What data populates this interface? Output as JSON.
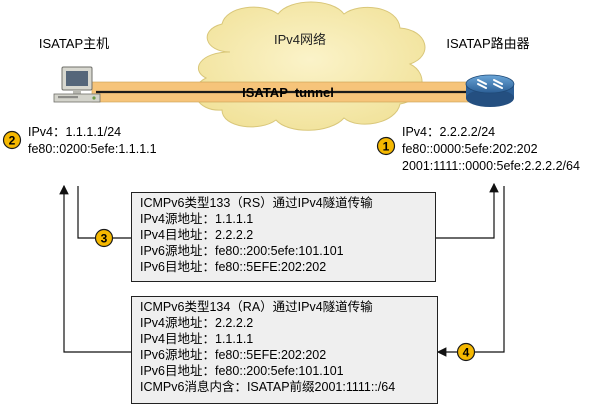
{
  "cloud_label": "IPv4网络",
  "tunnel_label": "ISATAP  tunnel",
  "host": {
    "title": "ISATAP主机",
    "badge": "2",
    "ipv4": "IPv4：1.1.1.1/24",
    "ipv6": "fe80::0200:5efe:1.1.1.1"
  },
  "router": {
    "title": "ISATAP路由器",
    "badge": "1",
    "ipv4": "IPv4：2.2.2.2/24",
    "ipv6_link": "fe80::0000:5efe:202:202",
    "ipv6_global": "2001:1111::0000:5efe:2.2.2.2/64"
  },
  "step3": {
    "badge": "3",
    "lines": [
      "ICMPv6类型133（RS）通过IPv4隧道传输",
      "IPv4源地址：1.1.1.1",
      "IPv4目地址：2.2.2.2",
      "IPv6源地址：fe80::200:5efe:101.101",
      "IPv6目地址：fe80::5EFE:202:202"
    ]
  },
  "step4": {
    "badge": "4",
    "lines": [
      "ICMPv6类型134（RA）通过IPv4隧道传输",
      "IPv4源地址：2.2.2.2",
      "IPv4目地址：1.1.1.1",
      "IPv6源地址：fe80::5EFE:202:202",
      "IPv6目地址：fe80::200:5efe:101.101",
      "ICMPv6消息内含：ISATAP前缀2001:1111::/64"
    ]
  },
  "colors": {
    "tunnel": "#f6c47a",
    "badge": "#f5b800",
    "router": "#3a76b0",
    "box_bg": "#efefef"
  }
}
